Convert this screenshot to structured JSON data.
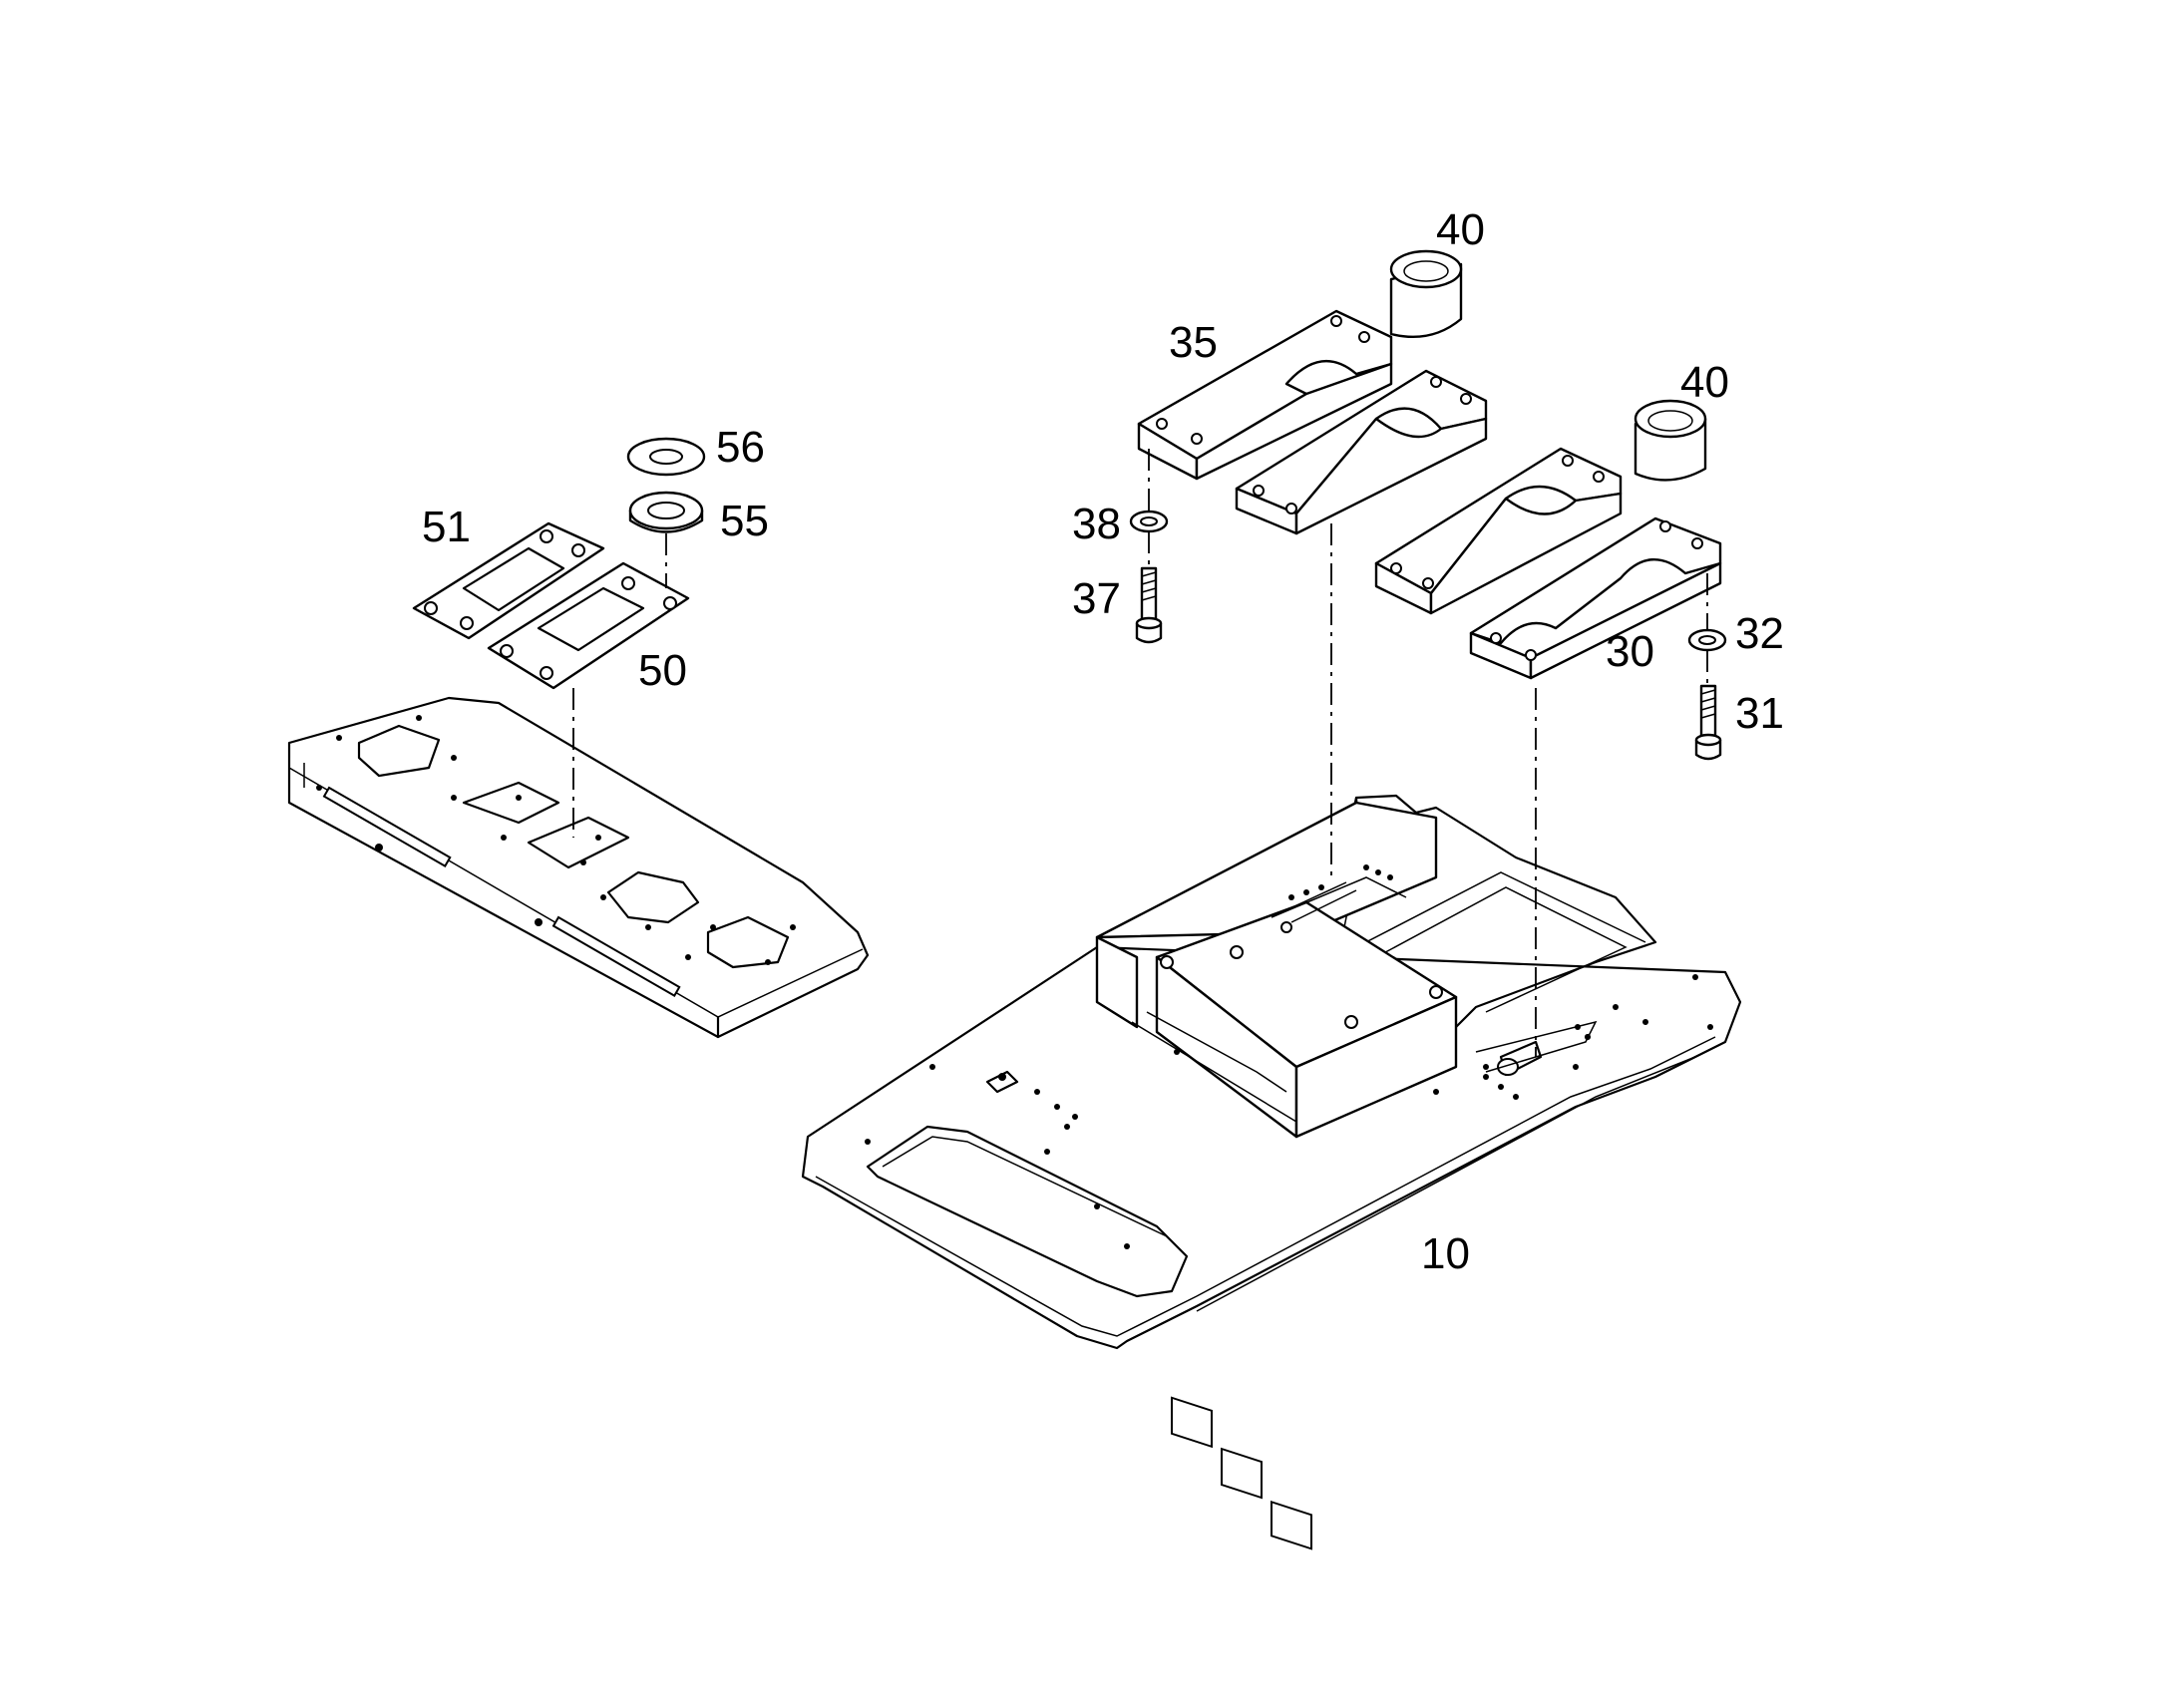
{
  "callouts": [
    {
      "id": "40a",
      "label": "40"
    },
    {
      "id": "35",
      "label": "35"
    },
    {
      "id": "40b",
      "label": "40"
    },
    {
      "id": "56",
      "label": "56"
    },
    {
      "id": "55",
      "label": "55"
    },
    {
      "id": "51",
      "label": "51"
    },
    {
      "id": "38",
      "label": "38"
    },
    {
      "id": "37",
      "label": "37"
    },
    {
      "id": "32",
      "label": "32"
    },
    {
      "id": "30",
      "label": "30"
    },
    {
      "id": "50",
      "label": "50"
    },
    {
      "id": "31",
      "label": "31"
    },
    {
      "id": "10",
      "label": "10"
    }
  ]
}
